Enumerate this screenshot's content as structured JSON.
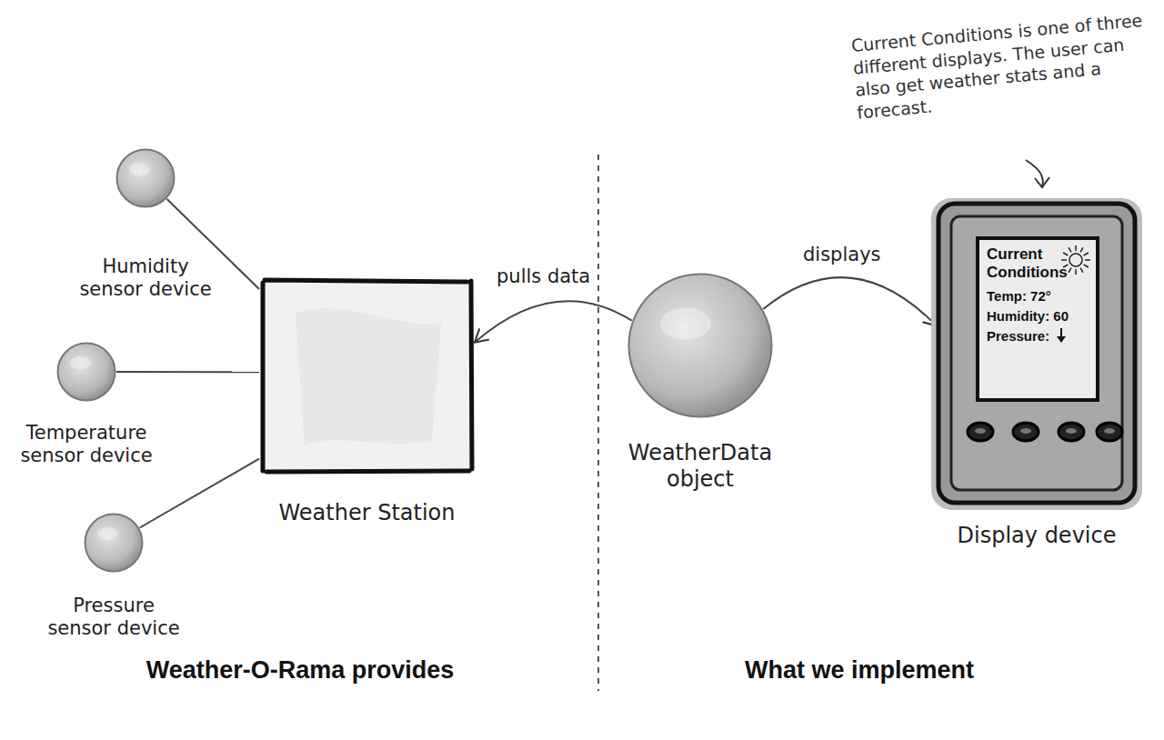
{
  "diagram": {
    "nodes": [
      {
        "text": [
          "Humidity sensor device"
        ]
      },
      {
        "text": [
          "Temperature sensor device"
        ]
      },
      {
        "text": [
          "Pressure sensor device"
        ]
      },
      {
        "text": [
          "Weather Station"
        ]
      },
      {
        "text": [
          "WeatherData object"
        ]
      },
      {
        "text": [
          "Display device"
        ]
      },
      {
        "text": [
          "Current Conditions",
          "Temp: 72°",
          "Humidity: 60",
          "Pressure:"
        ],
        "in": 5
      }
    ],
    "edges": [
      {
        "from": 0,
        "to": 3,
        "arrow": "none"
      },
      {
        "from": 1,
        "to": 3,
        "arrow": "none"
      },
      {
        "from": 2,
        "to": 3,
        "arrow": "none"
      },
      {
        "from": 4,
        "to": 3,
        "label": "pulls data",
        "arrow": "to"
      },
      {
        "from": 4,
        "to": 5,
        "label": "displays",
        "arrow": "to"
      }
    ],
    "labels": [
      "Current Conditions is one of three different displays. The user can also get weather stats and a forecast.",
      "Weather-O-Rama provides",
      "What we implement"
    ]
  }
}
